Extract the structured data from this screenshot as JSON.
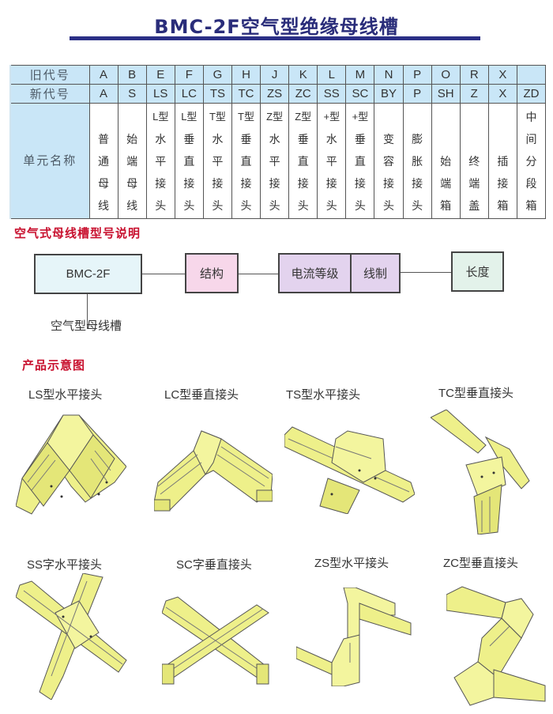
{
  "header": {
    "title": "BMC-2F空气型绝缘母线槽"
  },
  "spec_table": {
    "row_labels": {
      "old_code": "旧代号",
      "new_code": "新代号",
      "unit_name": "单元名称"
    },
    "columns": [
      {
        "old": "A",
        "new": "A",
        "name": [
          "普",
          "通",
          "母",
          "线"
        ]
      },
      {
        "old": "B",
        "new": "S",
        "name": [
          "始",
          "端",
          "母",
          "线"
        ]
      },
      {
        "old": "E",
        "new": "LS",
        "name": [
          "L型",
          "水",
          "平",
          "接",
          "头"
        ]
      },
      {
        "old": "F",
        "new": "LC",
        "name": [
          "L型",
          "垂",
          "直",
          "接",
          "头"
        ]
      },
      {
        "old": "G",
        "new": "TS",
        "name": [
          "T型",
          "水",
          "平",
          "接",
          "头"
        ]
      },
      {
        "old": "H",
        "new": "TC",
        "name": [
          "T型",
          "垂",
          "直",
          "接",
          "头"
        ]
      },
      {
        "old": "J",
        "new": "ZS",
        "name": [
          "Z型",
          "水",
          "平",
          "接",
          "头"
        ]
      },
      {
        "old": "K",
        "new": "ZC",
        "name": [
          "Z型",
          "垂",
          "直",
          "接",
          "头"
        ]
      },
      {
        "old": "L",
        "new": "SS",
        "name": [
          "+型",
          "水",
          "平",
          "接",
          "头"
        ]
      },
      {
        "old": "M",
        "new": "SC",
        "name": [
          "+型",
          "垂",
          "直",
          "接",
          "头"
        ]
      },
      {
        "old": "N",
        "new": "BY",
        "name": [
          "变",
          "容",
          "接",
          "头"
        ]
      },
      {
        "old": "P",
        "new": "P",
        "name": [
          "膨",
          "胀",
          "接",
          "头"
        ]
      },
      {
        "old": "O",
        "new": "SH",
        "name": [
          "始",
          "端",
          "箱"
        ]
      },
      {
        "old": "R",
        "new": "Z",
        "name": [
          "终",
          "端",
          "盖"
        ]
      },
      {
        "old": "X",
        "new": "X",
        "name": [
          "插",
          "接",
          "箱"
        ]
      },
      {
        "old": "",
        "new": "ZD",
        "name": [
          "中",
          "间",
          "分",
          "段",
          "箱"
        ]
      }
    ]
  },
  "model_section": {
    "heading": "空气式母线槽型号说明",
    "boxes": {
      "model": "BMC-2F",
      "structure": "结构",
      "current_rating": "电流等级",
      "wiring": "线制",
      "length": "长度"
    },
    "model_note": "空气型母线槽",
    "colors": {
      "model_bg": "#e6f5f9",
      "structure_bg": "#f7d7ea",
      "current_bg": "#e3d3ee",
      "length_bg": "#e3f2ea"
    }
  },
  "products_section": {
    "heading": "产品示意图",
    "items": [
      {
        "caption": "LS型水平接头"
      },
      {
        "caption": "LC型垂直接头"
      },
      {
        "caption": "TS型水平接头"
      },
      {
        "caption": "TC型垂直接头"
      },
      {
        "caption": "SS字水平接头"
      },
      {
        "caption": "SC字垂直接头"
      },
      {
        "caption": "ZS型水平接头"
      },
      {
        "caption": "ZC型垂直接头"
      }
    ],
    "body_color": "#eef08a"
  }
}
